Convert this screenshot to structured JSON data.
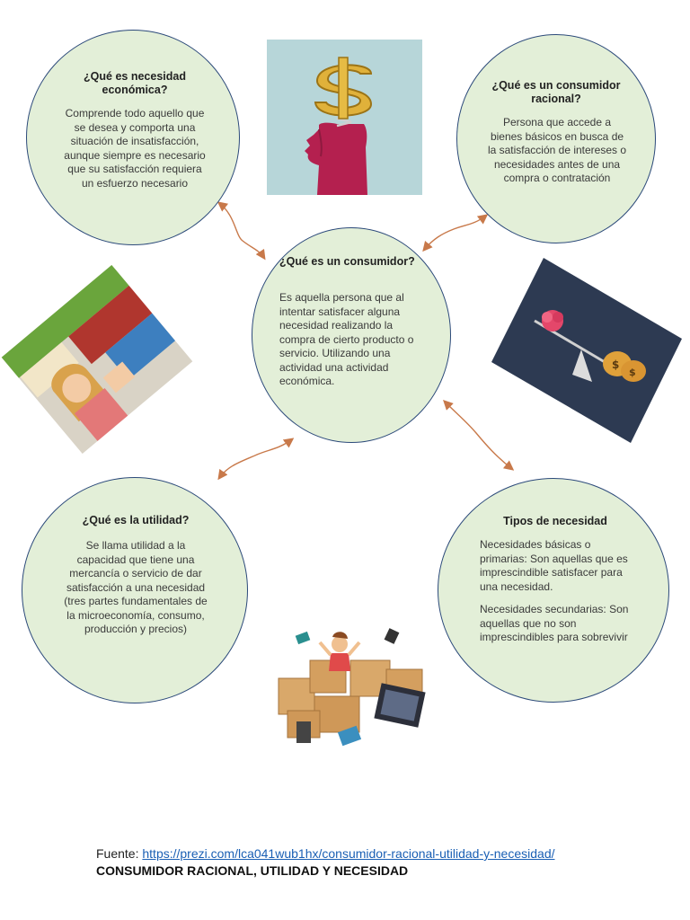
{
  "bubbles": {
    "necesidad_economica": {
      "title": "¿Qué es necesidad económica?",
      "body": "Comprende todo aquello que se desea y comporta una situación de insatisfacción, aunque siempre es necesario que su satisfacción requiera un esfuerzo necesario"
    },
    "consumidor_racional": {
      "title": "¿Qué es un consumidor racional?",
      "body": "Persona que accede a bienes básicos en busca de la satisfacción de intereses o necesidades antes de una compra o contratación"
    },
    "consumidor": {
      "title": "¿Qué es un consumidor?",
      "body": "Es aquella persona que al intentar satisfacer alguna necesidad realizando la compra de cierto producto o servicio. Utilizando una actividad una actividad económica."
    },
    "utilidad": {
      "title": "¿Qué es la utilidad?",
      "body": "Se llama utilidad a la capacidad que tiene una mercancía o servicio de dar satisfacción a una necesidad (tres partes fundamentales de la microeconomía, consumo, producción y precios)"
    },
    "tipos_necesidad": {
      "title": "Tipos de necesidad",
      "primarias": "Necesidades básicas o primarias: Son aquellas que es imprescindible satisfacer para una necesidad.",
      "secundarias": "Necesidades secundarias: Son aquellas que no son imprescindibles para sobrevivir"
    }
  },
  "footer": {
    "source_prefix": "Fuente: ",
    "source_link": "https://prezi.com/lca041wub1hx/consumidor-racional-utilidad-y-necesidad/",
    "title": "CONSUMIDOR RACIONAL, UTILIDAD Y NECESIDAD"
  },
  "colors": {
    "bubble_fill": "#e3efd8",
    "bubble_border": "#2c4a7a",
    "arrow": "#c8794a",
    "link": "#1a5fb4"
  },
  "icons": {
    "image_1": "dollar-head-icon",
    "image_2": "shopper-photo",
    "image_3": "brain-vs-money-scale-icon",
    "image_4": "person-with-boxes-icon"
  }
}
